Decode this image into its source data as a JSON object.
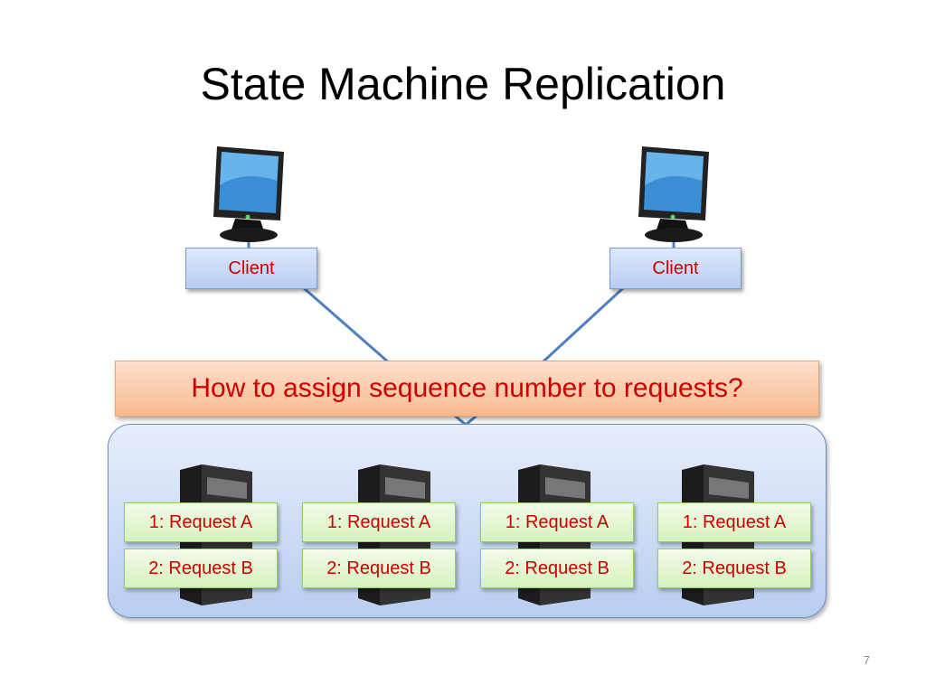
{
  "slide": {
    "title": "State Machine Replication",
    "page_number": "7"
  },
  "clients": [
    {
      "label": "Client",
      "icon": "monitor-icon"
    },
    {
      "label": "Client",
      "icon": "monitor-icon"
    }
  ],
  "question": "How to assign sequence number to requests?",
  "replicas": [
    {
      "icon": "server-icon",
      "log": [
        "1: Request A",
        "2: Request B"
      ]
    },
    {
      "icon": "server-icon",
      "log": [
        "1: Request A",
        "2: Request B"
      ]
    },
    {
      "icon": "server-icon",
      "log": [
        "1: Request A",
        "2: Request B"
      ]
    },
    {
      "icon": "server-icon",
      "log": [
        "1: Request A",
        "2: Request B"
      ]
    }
  ],
  "colors": {
    "label_text": "#cc0000",
    "client_box": "#c6d6f5",
    "question_box": "#fbc9a6",
    "log_box": "#e2f5d0",
    "cluster_box": "#c8d8f3",
    "connector": "#4f7fc0"
  }
}
